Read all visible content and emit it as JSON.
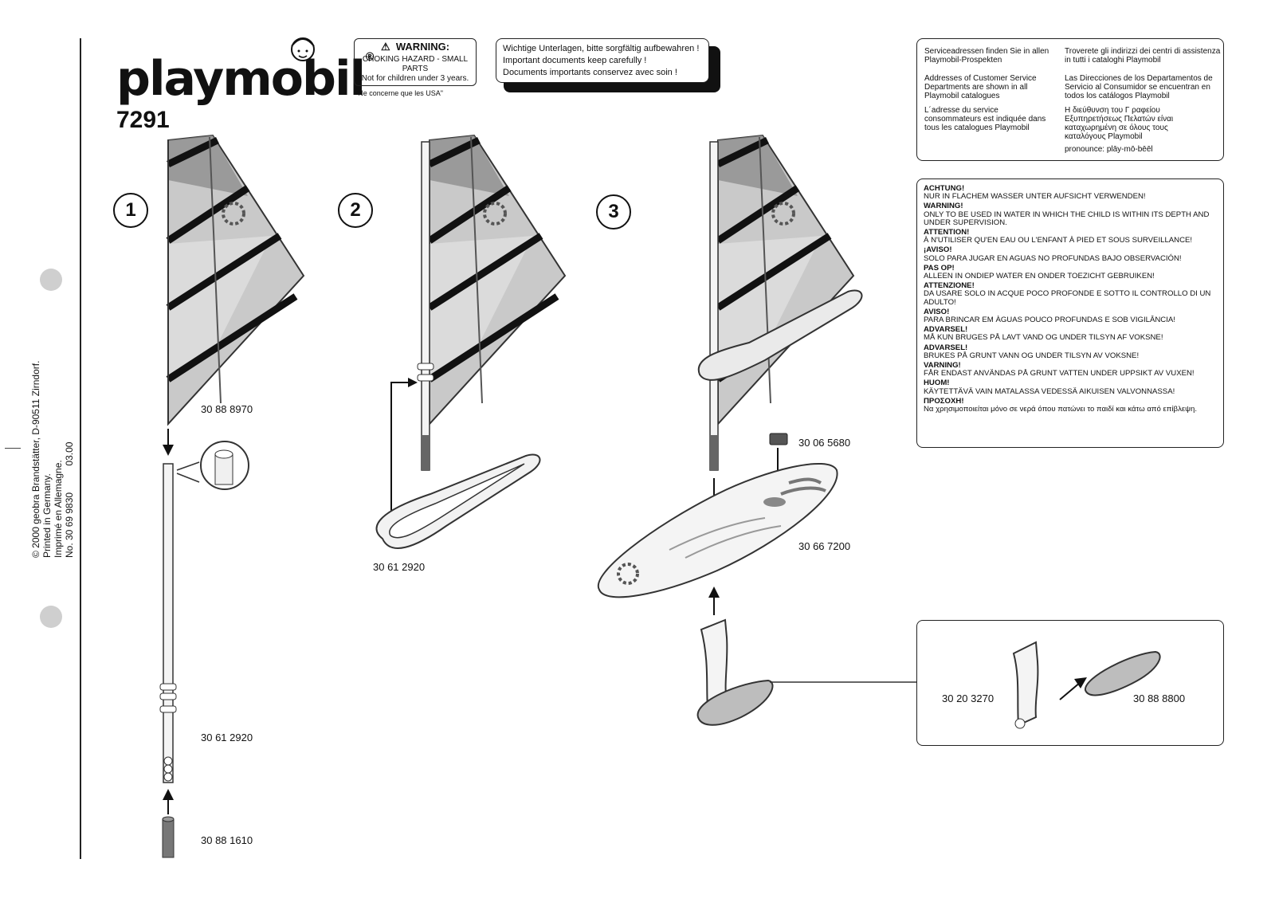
{
  "brand": {
    "logo": "playmobil",
    "model_number": "7291"
  },
  "imprint": {
    "lines": [
      "© 2000 geobra Brandstätter, D-90511 Zirndorf.",
      "Printed in Germany.",
      "Imprimé en Allemagne.",
      "No. 30 69 9830          03.00"
    ]
  },
  "warning": {
    "title": "WARNING:",
    "line1": "CHOKING HAZARD - SMALL PARTS",
    "line2": "Not for children under 3 years.",
    "note": "\"Ne concerne que les USA\""
  },
  "documents_notice": [
    "Wichtige Unterlagen, bitte sorgfältig aufbewahren !",
    "Important documents keep carefully !",
    "Documents importants conservez avec soin !"
  ],
  "service_addresses": {
    "de": "Serviceadressen finden Sie in allen Playmobil-Prospekten",
    "en": "Addresses of Customer Service Departments are shown in all Playmobil catalogues",
    "fr": "L´adresse du service consommateurs est indiquée dans tous les catalogues Playmobil",
    "it": "Troverete gli indirizzi dei centri di assistenza in tutti i cataloghi Playmobil",
    "es": "Las Direcciones de los Departamentos de Servicio al Consumidor se encuentran en todos los catálogos Playmobil",
    "el": "Η διεύθυνση του Γ ραφείου Εξυπηρετήσεως Πελατών είναι καταχωρημένη σε όλους τους καταλόγους Playmobil",
    "pronounce": "pronounce: plāy-mō-bēēl"
  },
  "safety_warnings": [
    {
      "head": "ACHTUNG!",
      "text": "NUR IN FLACHEM WASSER UNTER AUFSICHT VERWENDEN!"
    },
    {
      "head": "WARNING!",
      "text": "ONLY TO BE USED IN WATER IN WHICH THE CHILD IS WITHIN ITS DEPTH AND UNDER SUPERVISION."
    },
    {
      "head": "ATTENTION!",
      "text": "À N'UTILISER QU'EN EAU OU L'ENFANT À PIED ET SOUS SURVEILLANCE!"
    },
    {
      "head": "¡AVISO!",
      "text": "SOLO PARA JUGAR EN AGUAS NO PROFUNDAS BAJO OBSERVACIÓN!"
    },
    {
      "head": "PAS OP!",
      "text": "ALLEEN IN ONDIEP WATER EN ONDER TOEZICHT GEBRUIKEN!"
    },
    {
      "head": "ATTENZIONE!",
      "text": "DA USARE SOLO IN ACQUE POCO PROFONDE E SOTTO IL CONTROLLO DI UN ADULTO!"
    },
    {
      "head": "AVISO!",
      "text": "PARA BRINCAR EM ÀGUAS POUCO PROFUNDAS E SOB VIGILÂNCIA!"
    },
    {
      "head": "ADVARSEL!",
      "text": "MÅ KUN BRUGES PÅ LAVT VAND OG UNDER TILSYN AF VOKSNE!"
    },
    {
      "head": "ADVARSEL!",
      "text": "BRUKES PÅ GRUNT VANN OG UNDER TILSYN AV VOKSNE!"
    },
    {
      "head": "VARNING!",
      "text": "FÅR ENDAST ANVÄNDAS PÅ GRUNT VATTEN UNDER UPPSIKT AV VUXEN!"
    },
    {
      "head": "HUOM!",
      "text": "KÄYTETTÄVÄ VAIN MATALASSA VEDESSÄ AIKUISEN VALVONNASSA!"
    },
    {
      "head": "ΠΡΟΣΟΧΗ!",
      "text": "Να χρησιμοποιείται μόνο σε νερά όπου πατώνει το παιδί και κάτω από επίβλεψη."
    }
  ],
  "steps": [
    "1",
    "2",
    "3"
  ],
  "parts": {
    "sail": "30 88 8970",
    "mast": "30 61 2920",
    "mast_foot": "30 88 1610",
    "boom": "30 61 2920",
    "plug": "30 06 5680",
    "board": "30 66 7200",
    "fin": "30 20 3270",
    "fin_base": "30 88 8800"
  }
}
